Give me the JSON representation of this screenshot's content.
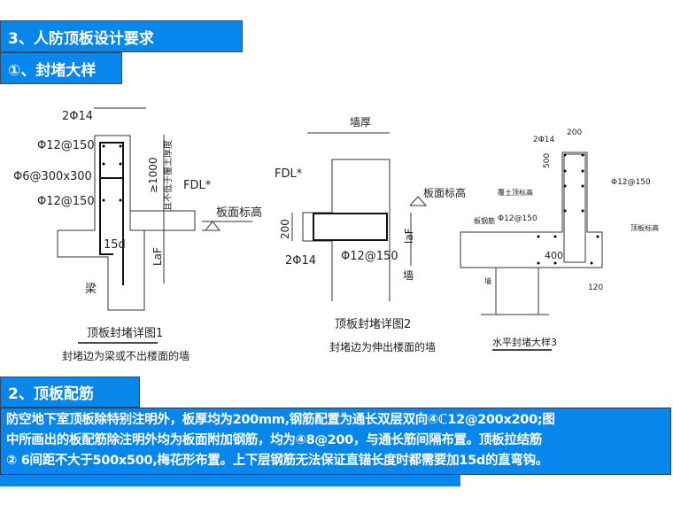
{
  "header": {
    "title": "3、人防顶板设计要求",
    "subtitle": "①、封堵大样"
  },
  "section2": {
    "title": "2、顶板配筋",
    "lines": [
      "防空地下室顶板除特别注明外，板厚均为200mm,钢筋配置为通长双层双向④ℂ12@200x200;图",
      "中所画出的板配筋除注明外均为板面附加钢筋，均为④8@200，与通长筋间隔布置。顶板拉结筋",
      "② 6间距不大于500x500,梅花形布置。上下层钢筋无法保证直锚长度时都需要加15d的直弯钩。"
    ]
  },
  "detail1": {
    "labels": [
      "2Φ14",
      "Φ12@150",
      "Φ6@300x300",
      "Φ12@150",
      "≥1000",
      "且不低于覆土厚度",
      "FDL*",
      "板面标高",
      "15d",
      "LaF",
      "梁"
    ],
    "title": "顶板封堵详图1",
    "caption": "封堵边为梁或不出楼面的墙"
  },
  "detail2": {
    "labels": [
      "墙厚",
      "FDL*",
      "板面标高",
      "200",
      "laF",
      "2Φ14",
      "Φ12@150",
      "墙"
    ],
    "title": "顶板封堵详图2",
    "caption": "封堵边为伸出楼面的墙"
  },
  "detail3": {
    "labels": [
      "200",
      "2Φ14",
      "500",
      "覆土顶标高",
      "Φ12@150",
      "板钢筋",
      "Φ12@150",
      "顶板标高",
      "400",
      "墙",
      "120"
    ],
    "title": "水平封堵大样3"
  }
}
